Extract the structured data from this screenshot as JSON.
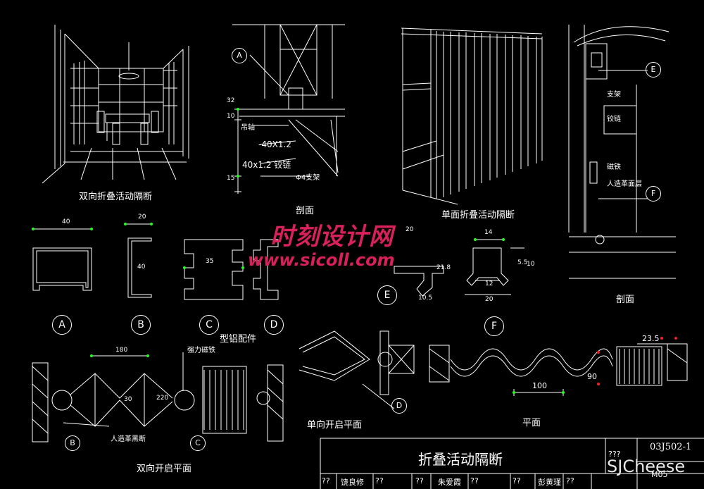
{
  "labels": {
    "double_folding": "双向折叠活动隔断",
    "section_top": "剖面",
    "single_face_folding": "单面折叠活动隔断",
    "section_right": "剖面",
    "aluminum_parts": "型铝配件",
    "single_open_plan": "单向开启平面",
    "double_open_plan": "双向开启平面",
    "plan": "平面"
  },
  "callouts": {
    "A": "A",
    "B": "B",
    "C": "C",
    "D": "D",
    "E": "E",
    "F": "F"
  },
  "section_notes": {
    "hanger": "吊轴",
    "plate1": "-40X1.2",
    "plate2": "40x1.2 铰链",
    "rod": "Φ4支架",
    "bracket": "支架",
    "hinge": "铰链",
    "magnet": "磁铁",
    "finish": "人造革面层"
  },
  "dimensions": {
    "d32": "32",
    "d10": "10",
    "d15": "15",
    "a40": "40",
    "b20": "20",
    "b40": "40",
    "c35": "35",
    "e20": "20",
    "e218": "21.8",
    "e105": "10.5",
    "f14": "14",
    "f55": "5.5",
    "f10": "10",
    "f12": "12",
    "f20": "20",
    "p180": "180",
    "p30": "30",
    "p220": "220",
    "plan100": "100",
    "plan235": "23.5",
    "plan90": "90"
  },
  "plan_notes": {
    "magnet_strong": "强力磁铁",
    "leather": "人造革黑断"
  },
  "watermark": {
    "line1": "时刻设计网",
    "line2": "www.sicoll.com"
  },
  "title_block": {
    "title": "折叠活动隔断",
    "code": "03J502-1",
    "page": "M05",
    "q": "???",
    "row": [
      "??",
      "饶良修",
      "??",
      "??",
      "朱爱霞",
      "??",
      "彭黄瑾",
      "??",
      "??"
    ],
    "brand": "SJCheese"
  }
}
